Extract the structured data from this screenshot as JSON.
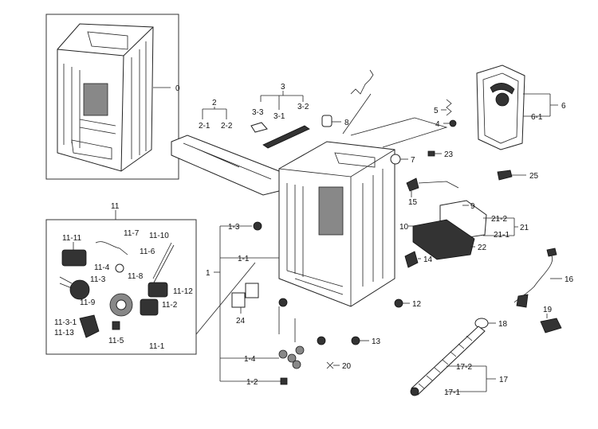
{
  "callouts": {
    "c0": "0",
    "c1": "1",
    "c1_1": "1-1",
    "c1_2": "1-2",
    "c1_3": "1-3",
    "c1_4": "1-4",
    "c2": "2",
    "c2_1": "2-1",
    "c2_2": "2-2",
    "c3": "3",
    "c3_1": "3-1",
    "c3_2": "3-2",
    "c3_3": "3-3",
    "c4": "4",
    "c5": "5",
    "c6": "6",
    "c6_1": "6-1",
    "c7": "7",
    "c8": "8",
    "c9": "9",
    "c10": "10",
    "c11": "11",
    "c11_1": "11-1",
    "c11_2": "11-2",
    "c11_3": "11-3",
    "c11_3_1": "11-3-1",
    "c11_4": "11-4",
    "c11_5": "11-5",
    "c11_6": "11-6",
    "c11_7": "11-7",
    "c11_8": "11-8",
    "c11_9": "11-9",
    "c11_10": "11-10",
    "c11_11": "11-11",
    "c11_12": "11-12",
    "c11_13": "11-13",
    "c12": "12",
    "c13": "13",
    "c14": "14",
    "c15": "15",
    "c16": "16",
    "c17": "17",
    "c17_1": "17-1",
    "c17_2": "17-2",
    "c18": "18",
    "c19": "19",
    "c20": "20",
    "c21": "21",
    "c21_1": "21-1",
    "c21_2": "21-2",
    "c22": "22",
    "c23": "23",
    "c24": "24",
    "c25": "25"
  }
}
